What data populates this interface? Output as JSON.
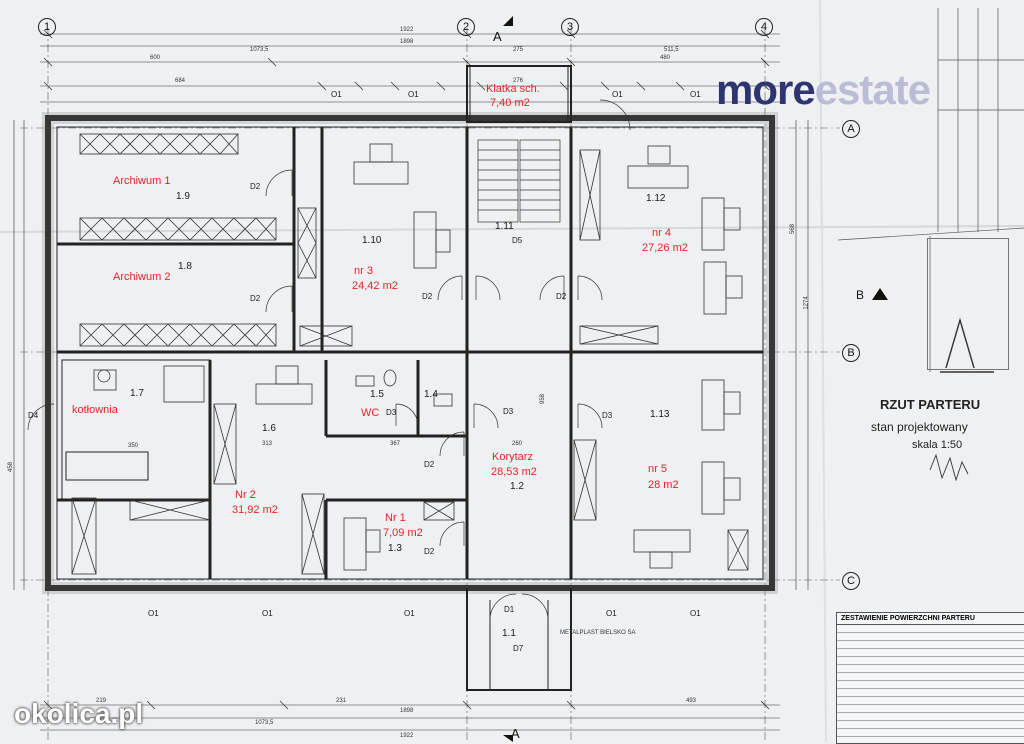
{
  "watermarks": {
    "brand_more": "more",
    "brand_estate": "estate",
    "source": "okolica.pl"
  },
  "title_block": {
    "title": "RZUT PARTERU",
    "subtitle": "stan projektowany",
    "scale": "skala 1:50",
    "table_header": "ZESTAWIENIE POWIERZCHNI PARTERU",
    "manufacturer": "METALPLAST BIELSKO SA"
  },
  "grid": {
    "col_1": "1",
    "col_2": "2",
    "col_3": "3",
    "col_4": "4",
    "row_a": "A",
    "row_b": "B",
    "row_c": "C",
    "section_a": "A",
    "section_b": "B"
  },
  "rooms": [
    {
      "id": "1.9",
      "name": "Archiwum 1",
      "area": ""
    },
    {
      "id": "1.8",
      "name": "Archiwum 2",
      "area": ""
    },
    {
      "id": "1.10",
      "name": "nr 3",
      "area": "24,42 m2"
    },
    {
      "id": "1.11",
      "name": "Klatka sch.",
      "area": "7,40 m2"
    },
    {
      "id": "1.12",
      "name": "nr 4",
      "area": "27,26 m2"
    },
    {
      "id": "1.7",
      "name": "kotłownia",
      "area": ""
    },
    {
      "id": "1.6",
      "name": "Nr 2",
      "area": "31,92 m2"
    },
    {
      "id": "1.5",
      "name": "WC",
      "area": ""
    },
    {
      "id": "1.4",
      "name": "",
      "area": ""
    },
    {
      "id": "1.2",
      "name": "Korytarz",
      "area": "28,53 m2"
    },
    {
      "id": "1.13",
      "name": "nr 5",
      "area": "28 m2"
    },
    {
      "id": "1.3",
      "name": "Nr 1",
      "area": "7,09 m2"
    },
    {
      "id": "1.1",
      "name": "",
      "area": ""
    }
  ],
  "doors": {
    "d1": "D1",
    "d2": "D2",
    "d3": "D3",
    "d4": "D4",
    "d5": "D5",
    "d7": "D7",
    "o1": "O1"
  },
  "dimensions": {
    "top_total_1": "1922",
    "top_total_2": "1898",
    "top_1073": "1073,5",
    "top_275": "275",
    "top_511": "511,5",
    "top_600": "600",
    "top_480": "480",
    "top_684": "684",
    "top_276": "276",
    "bot_1898": "1898",
    "bot_1922": "1922",
    "bot_1073": "1073,5",
    "bot_219": "219",
    "bot_231": "231",
    "bot_493": "493",
    "right_568": "568",
    "right_1274": "1274",
    "left_458": "458",
    "c_260": "260",
    "c_367": "367",
    "c_313": "313",
    "c_350": "350",
    "c_958": "958"
  }
}
